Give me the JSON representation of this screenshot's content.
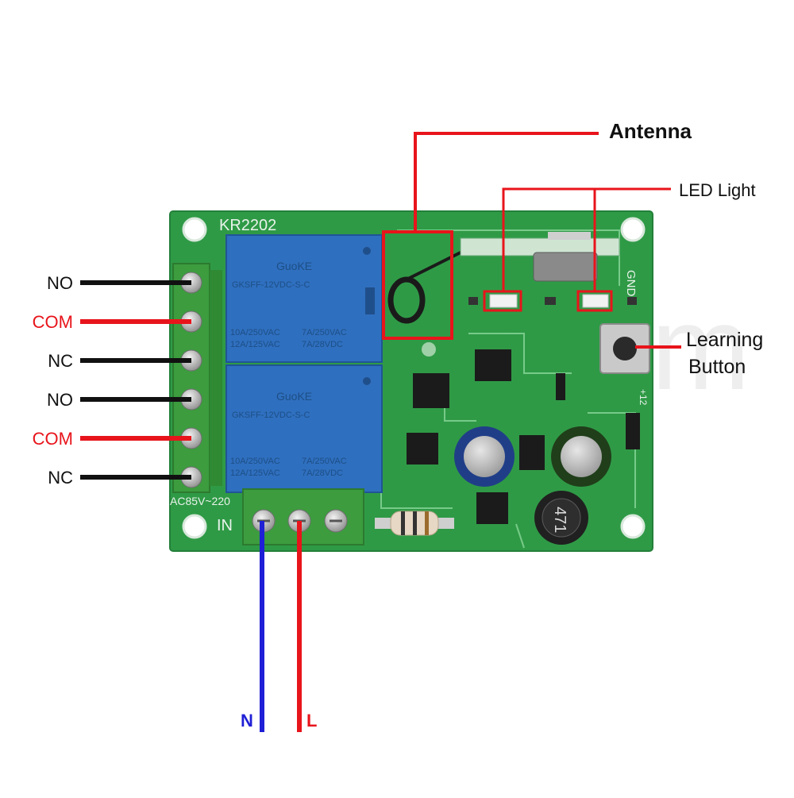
{
  "board": {
    "model": "KR2202",
    "input_label": "IN",
    "voltage_label": "AC85V~220",
    "gnd_label": "GND",
    "plus_label": "+12"
  },
  "relays": [
    {
      "brand": "GuoKE",
      "part": "GKSFF-12VDC-S-C",
      "rating_left_1": "10A/250VAC",
      "rating_left_2": "12A/125VAC",
      "rating_right_1": "7A/250VAC",
      "rating_right_2": "7A/28VDC"
    },
    {
      "brand": "GuoKE",
      "part": "GKSFF-12VDC-S-C",
      "rating_left_1": "10A/250VAC",
      "rating_left_2": "12A/125VAC",
      "rating_right_1": "7A/250VAC",
      "rating_right_2": "7A/28VDC"
    }
  ],
  "inductor_label": "471",
  "terminals": [
    {
      "label": "NO",
      "color": "#111111"
    },
    {
      "label": "COM",
      "color": "#e8141b"
    },
    {
      "label": "NC",
      "color": "#111111"
    },
    {
      "label": "NO",
      "color": "#111111"
    },
    {
      "label": "COM",
      "color": "#e8141b"
    },
    {
      "label": "NC",
      "color": "#111111"
    }
  ],
  "power": {
    "neutral": {
      "label": "N",
      "color": "#1f1fd6"
    },
    "live": {
      "label": "L",
      "color": "#e8141b"
    }
  },
  "callouts": {
    "antenna": "Antenna",
    "led": "LED Light",
    "learning_1": "Learning",
    "learning_2": "Button"
  },
  "colors": {
    "pcb": "#2f9a46",
    "terminal_block": "#3c9c3e",
    "relay": "#2f6fbf",
    "accent_red": "#e8141b",
    "neutral_blue": "#1f1fd6"
  }
}
